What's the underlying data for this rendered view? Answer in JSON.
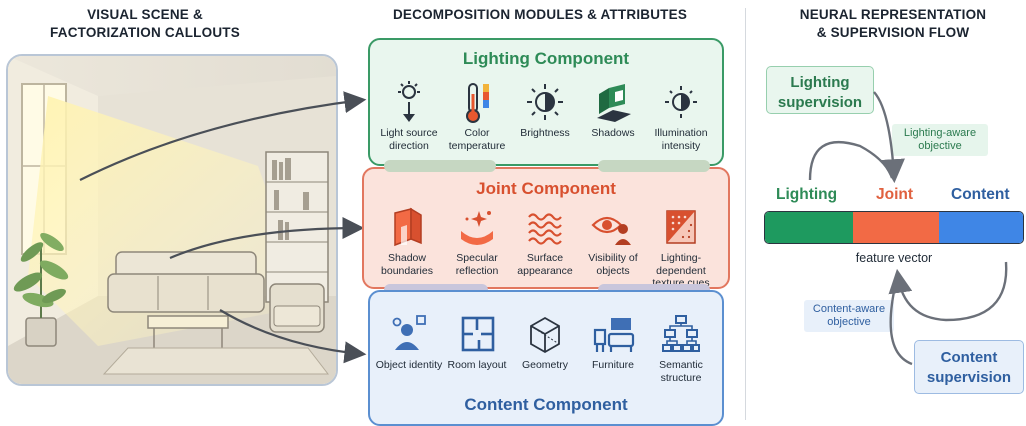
{
  "columns": {
    "left": {
      "line1": "VISUAL SCENE &",
      "line2": "FACTORIZATION CALLOUTS"
    },
    "middle": {
      "line1": "DECOMPOSITION MODULES & ATTRIBUTES"
    },
    "right": {
      "line1": "NEURAL REPRESENTATION",
      "line2": "& SUPERVISION FLOW"
    }
  },
  "lighting": {
    "title": "Lighting Component",
    "items": [
      {
        "label": "Light source direction",
        "icon": "sun-arrow-icon"
      },
      {
        "label": "Color temperature",
        "icon": "thermometer-icon"
      },
      {
        "label": "Brightness",
        "icon": "half-sun-icon"
      },
      {
        "label": "Shadows",
        "icon": "cube-shadow-icon"
      },
      {
        "label": "Illumination intensity",
        "icon": "sun-intensity-icon"
      }
    ]
  },
  "joint": {
    "title": "Joint Component",
    "items": [
      {
        "label": "Shadow boundaries",
        "icon": "shadow-boundary-icon"
      },
      {
        "label": "Specular reflection",
        "icon": "specular-icon"
      },
      {
        "label": "Surface appearance",
        "icon": "waves-icon"
      },
      {
        "label": "Visibility of objects",
        "icon": "eye-person-icon"
      },
      {
        "label": "Lighting-dependent texture cues",
        "icon": "texture-icon"
      }
    ]
  },
  "content": {
    "title": "Content Component",
    "items": [
      {
        "label": "Object identity",
        "icon": "object-identity-icon"
      },
      {
        "label": "Room layout",
        "icon": "floorplan-icon"
      },
      {
        "label": "Geometry",
        "icon": "cube-icon"
      },
      {
        "label": "Furniture",
        "icon": "furniture-icon"
      },
      {
        "label": "Semantic structure",
        "icon": "tree-icon"
      }
    ]
  },
  "supervision": {
    "lighting_box": "Lighting supervision",
    "lighting_objective": "Lighting-aware objective",
    "content_box": "Content supervision",
    "content_objective": "Content-aware objective"
  },
  "vector": {
    "segments": [
      {
        "label": "Lighting",
        "color": "#1e9a5f"
      },
      {
        "label": "Joint",
        "color": "#f26a45"
      },
      {
        "label": "Content",
        "color": "#3f86e6"
      }
    ],
    "caption": "feature vector"
  },
  "colors": {
    "lighting": "#2e8b57",
    "joint": "#d8502f",
    "content": "#2f5fa0"
  }
}
